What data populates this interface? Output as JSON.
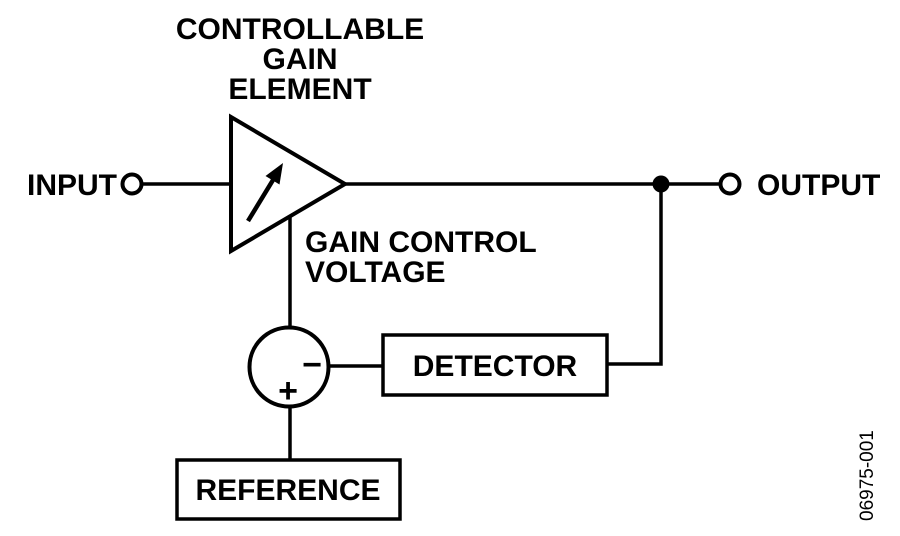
{
  "diagram": {
    "title": {
      "line1": "CONTROLLABLE",
      "line2": "GAIN",
      "line3": "ELEMENT"
    },
    "ports": {
      "input": "INPUT",
      "output": "OUTPUT"
    },
    "gain_control": {
      "line1": "GAIN CONTROL",
      "line2": "VOLTAGE"
    },
    "summing_junction": {
      "minus": "−",
      "plus": "+"
    },
    "blocks": {
      "detector": "DETECTOR",
      "reference": "REFERENCE"
    },
    "figure_number": "06975-001",
    "colors": {
      "ink": "#000000",
      "background": "#ffffff"
    }
  }
}
